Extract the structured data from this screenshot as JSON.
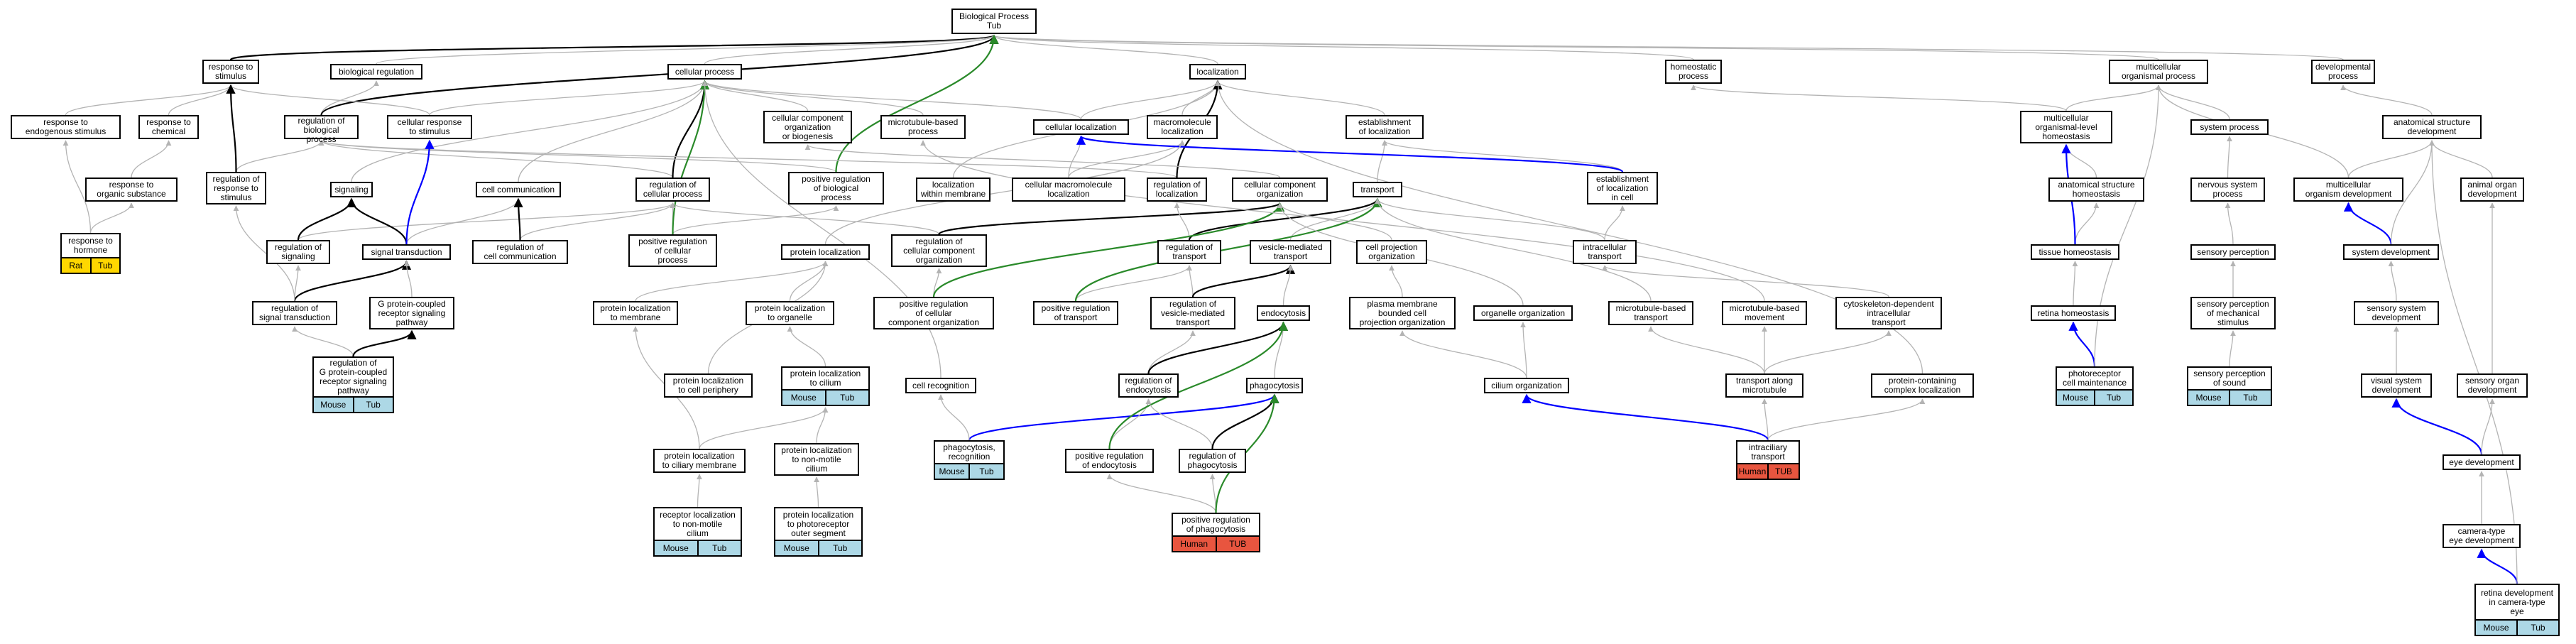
{
  "colors": {
    "edge_gray": "#b3b3b3",
    "edge_black": "#000000",
    "edge_blue": "#0000ff",
    "edge_green": "#2a8a2a",
    "tag_rat": "#ffd700",
    "tag_mouse": "#add8e6",
    "tag_human": "#e8553f"
  },
  "nodes": {
    "bp": {
      "label": "Biological Process\nTub"
    },
    "resp_stim": {
      "label": "response to\nstimulus"
    },
    "bio_reg": {
      "label": "biological regulation"
    },
    "cell_proc": {
      "label": "cellular process"
    },
    "loc": {
      "label": "localization"
    },
    "homeo_proc": {
      "label": "homeostatic\nprocess"
    },
    "multi_proc": {
      "label": "multicellular\norganismal process"
    },
    "dev_proc": {
      "label": "developmental\nprocess"
    },
    "resp_endo": {
      "label": "response to\nendogenous stimulus"
    },
    "resp_chem": {
      "label": "response to\nchemical"
    },
    "reg_bio": {
      "label": "regulation of\nbiological process"
    },
    "cell_resp": {
      "label": "cellular response\nto stimulus"
    },
    "comp_org": {
      "label": "cellular component\norganization\nor biogenesis"
    },
    "mt_proc": {
      "label": "microtubule-based\nprocess"
    },
    "cell_loc": {
      "label": "cellular localization"
    },
    "macro_loc": {
      "label": "macromolecule\nlocalization"
    },
    "est_loc": {
      "label": "establishment\nof localization"
    },
    "multi_homeo": {
      "label": "multicellular\norganismal-level\nhomeostasis"
    },
    "sys_proc": {
      "label": "system process"
    },
    "anat_dev": {
      "label": "anatomical structure\ndevelopment"
    },
    "resp_org": {
      "label": "response to\norganic substance"
    },
    "reg_resp": {
      "label": "regulation of\nresponse to\nstimulus"
    },
    "signaling": {
      "label": "signaling"
    },
    "cell_comm": {
      "label": "cell communication"
    },
    "reg_cell": {
      "label": "regulation of\ncellular process"
    },
    "pos_reg_bio": {
      "label": "positive regulation\nof biological\nprocess"
    },
    "loc_mem": {
      "label": "localization\nwithin membrane"
    },
    "cell_macro_loc": {
      "label": "cellular macromolecule\nlocalization"
    },
    "reg_loc": {
      "label": "regulation of\nlocalization"
    },
    "cc_org": {
      "label": "cellular component\norganization"
    },
    "transport": {
      "label": "transport"
    },
    "est_loc_cell": {
      "label": "establishment\nof localization\nin cell"
    },
    "anat_homeo": {
      "label": "anatomical structure\nhomeostasis"
    },
    "ns_proc": {
      "label": "nervous system\nprocess"
    },
    "multi_dev": {
      "label": "multicellular\norganism development"
    },
    "animal_organ": {
      "label": "animal organ\ndevelopment"
    },
    "resp_hormone": {
      "label": "response to\nhormone",
      "tags": [
        "Rat",
        "Tub"
      ]
    },
    "reg_sig": {
      "label": "regulation of\nsignaling"
    },
    "sig_trans": {
      "label": "signal transduction"
    },
    "reg_cell_comm": {
      "label": "regulation of\ncell communication"
    },
    "pos_reg_cell": {
      "label": "positive regulation\nof cellular\nprocess"
    },
    "prot_loc": {
      "label": "protein localization"
    },
    "reg_cc_org": {
      "label": "regulation of\ncellular component\norganization"
    },
    "reg_transport": {
      "label": "regulation of\ntransport"
    },
    "vesicle": {
      "label": "vesicle-mediated\ntransport"
    },
    "cproj_org": {
      "label": "cell projection\norganization"
    },
    "intra_trans": {
      "label": "intracellular\ntransport"
    },
    "tissue_homeo": {
      "label": "tissue homeostasis"
    },
    "sens_perc": {
      "label": "sensory perception"
    },
    "sys_dev": {
      "label": "system development"
    },
    "reg_sig_trans": {
      "label": "regulation of\nsignal transduction"
    },
    "gpcr": {
      "label": "G protein-coupled\nreceptor signaling\npathway"
    },
    "prot_loc_mem": {
      "label": "protein localization\nto membrane"
    },
    "prot_loc_org": {
      "label": "protein localization\nto organelle"
    },
    "pos_reg_cc_org": {
      "label": "positive regulation\nof cellular\ncomponent organization"
    },
    "pos_reg_trans": {
      "label": "positive regulation\nof transport"
    },
    "reg_ves": {
      "label": "regulation of\nvesicle-mediated\ntransport"
    },
    "endocytosis": {
      "label": "endocytosis"
    },
    "plasma_mem": {
      "label": "plasma membrane\nbounded cell\nprojection organization"
    },
    "org_org": {
      "label": "organelle organization"
    },
    "mt_trans": {
      "label": "microtubule-based\ntransport"
    },
    "mt_move": {
      "label": "microtubule-based\nmovement"
    },
    "cyto_trans": {
      "label": "cytoskeleton-dependent\nintracellular\ntransport"
    },
    "retina_homeo": {
      "label": "retina homeostasis"
    },
    "sp_mech": {
      "label": "sensory perception\nof mechanical\nstimulus"
    },
    "sens_sys_dev": {
      "label": "sensory system\ndevelopment"
    },
    "reg_gpcr": {
      "label": "regulation of\nG protein-coupled\nreceptor signaling\npathway",
      "tags": [
        "Mouse",
        "Tub"
      ]
    },
    "prot_loc_peri": {
      "label": "protein localization\nto cell periphery"
    },
    "prot_loc_cil": {
      "label": "protein localization\nto cilium",
      "tags": [
        "Mouse",
        "Tub"
      ]
    },
    "cell_recog": {
      "label": "cell recognition"
    },
    "reg_endo": {
      "label": "regulation of\nendocytosis"
    },
    "phago": {
      "label": "phagocytosis"
    },
    "cil_org": {
      "label": "cilium organization"
    },
    "trans_mt": {
      "label": "transport along\nmicrotubule"
    },
    "prot_comp": {
      "label": "protein-containing\ncomplex localization"
    },
    "photo_maint": {
      "label": "photoreceptor\ncell maintenance",
      "tags": [
        "Mouse",
        "Tub"
      ]
    },
    "sp_sound": {
      "label": "sensory perception\nof sound",
      "tags": [
        "Mouse",
        "Tub"
      ]
    },
    "vis_dev": {
      "label": "visual system\ndevelopment"
    },
    "sens_organ": {
      "label": "sensory organ\ndevelopment"
    },
    "prot_loc_cilmem": {
      "label": "protein localization\nto ciliary membrane"
    },
    "prot_loc_nmc": {
      "label": "protein localization\nto non-motile\ncilium"
    },
    "phago_recog": {
      "label": "phagocytosis,\nrecognition",
      "tags": [
        "Mouse",
        "Tub"
      ]
    },
    "pos_reg_endo": {
      "label": "positive regulation\nof endocytosis"
    },
    "reg_phago": {
      "label": "regulation of\nphagocytosis"
    },
    "intraflag": {
      "label": "intraciliary\ntransport",
      "tags": [
        "Human",
        "TUB"
      ]
    },
    "eye_dev": {
      "label": "eye development"
    },
    "rec_loc_nmc": {
      "label": "receptor localization\nto non-motile\ncilium",
      "tags": [
        "Mouse",
        "Tub"
      ]
    },
    "prot_loc_photo": {
      "label": "protein localization\nto photoreceptor\nouter segment",
      "tags": [
        "Mouse",
        "Tub"
      ]
    },
    "pos_reg_phago": {
      "label": "positive regulation\nof phagocytosis",
      "tags": [
        "Human",
        "TUB"
      ]
    },
    "camera_eye": {
      "label": "camera-type\neye development"
    },
    "retina_dev": {
      "label": "retina development\nin camera-type\neye",
      "tags": [
        "Mouse",
        "Tub"
      ]
    }
  }
}
